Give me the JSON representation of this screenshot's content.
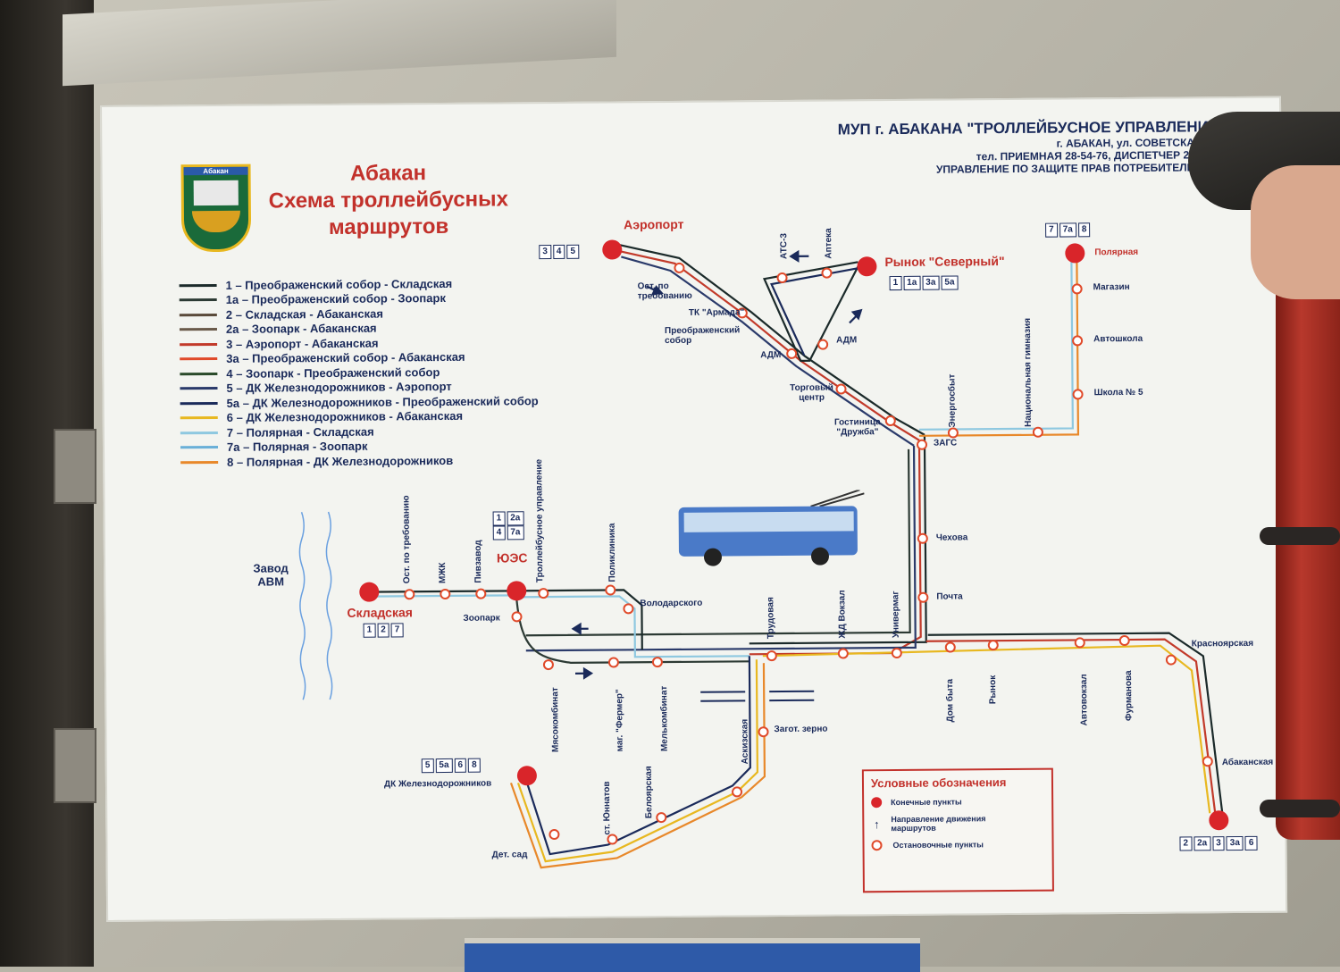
{
  "title": {
    "line1": "Абакан",
    "line2": "Схема троллейбусных",
    "line3": "маршрутов"
  },
  "header": {
    "org": "МУП г. АБАКАНА \"ТРОЛЛЕЙБУСНОЕ УПРАВЛЕНИЕ\"",
    "address": "г. АБАКАН, ул. СОВЕТСКАЯ, 150",
    "phones": "тел. ПРИЕМНАЯ 28-54-76, ДИСПЕТЧЕР 28-52-56",
    "consumer": "УПРАВЛЕНИЕ ПО ЗАЩИТЕ ПРАВ ПОТРЕБИТЕЛЕЙ 22-2"
  },
  "emblem": {
    "text": "Абакан"
  },
  "legend": [
    {
      "label": "1 – Преображенский собор - Складская",
      "color": "#1b2a2a"
    },
    {
      "label": "1а – Преображенский собор - Зоопарк",
      "color": "#2c3a34"
    },
    {
      "label": "2 – Складская - Абаканская",
      "color": "#5a4a3a"
    },
    {
      "label": "2а – Зоопарк - Абаканская",
      "color": "#6a5a4a"
    },
    {
      "label": "3 – Аэропорт - Абаканская",
      "color": "#c23a2a"
    },
    {
      "label": "3а – Преображенский собор - Абаканская",
      "color": "#e04a2a"
    },
    {
      "label": "4 – Зоопарк - Преображенский собор",
      "color": "#2a4a2a"
    },
    {
      "label": "5 – ДК Железнодорожников - Аэропорт",
      "color": "#2a3a6a"
    },
    {
      "label": "5а – ДК Железнодорожников - Преображенский собор",
      "color": "#1a2a5a"
    },
    {
      "label": "6 – ДК Железнодорожников - Абаканская",
      "color": "#e8b820"
    },
    {
      "label": "7 – Полярная - Складская",
      "color": "#8ec8e0"
    },
    {
      "label": "7а – Полярная - Зоопарк",
      "color": "#6ab0d8"
    },
    {
      "label": "8 – Полярная - ДК Железнодорожников",
      "color": "#e8882a"
    }
  ],
  "terminals": {
    "airport": {
      "name": "Аэропорт",
      "routes": [
        "3",
        "4",
        "5"
      ]
    },
    "severny": {
      "name": "Рынок \"Северный\"",
      "routes": [
        "1",
        "1а",
        "3а",
        "5а"
      ]
    },
    "polyarnaya": {
      "name": "Полярная",
      "routes": [
        "7",
        "7а",
        "8"
      ]
    },
    "skladskaya": {
      "name": "Складская",
      "routes": [
        "1",
        "2",
        "7"
      ]
    },
    "yues": {
      "name": "ЮЭС",
      "routes": [
        "1",
        "2а",
        "4",
        "7а"
      ]
    },
    "dk": {
      "name": "ДК Железнодорожников",
      "routes": [
        "5",
        "5а",
        "6",
        "8"
      ]
    },
    "abakanskaya": {
      "name": "Абаканская",
      "routes": [
        "2",
        "2а",
        "3",
        "3а",
        "6"
      ]
    }
  },
  "stops": {
    "ost_treb_top": "Ост. по требованию",
    "tk_armada": "ТК \"Армада\"",
    "preobr": "Преображенский собор",
    "adm1": "АДМ",
    "adm2": "АДМ",
    "torg": "Торговый центр",
    "druzhba": "Гостиница \"Дружба\"",
    "ats3": "АТС-3",
    "apteka": "Аптека",
    "magazin": "Магазин",
    "avtoshkola": "Автошкола",
    "shkola5": "Школа № 5",
    "energosbyt": "Энергосбыт",
    "gimnaziya": "Национальная гимназия",
    "zags": "ЗАГС",
    "chekhova": "Чехова",
    "pochta": "Почта",
    "univermag": "Универмаг",
    "zhd_vokzal": "ЖД Вокзал",
    "trudovaya": "Трудовая",
    "volodarskogo": "Володарского",
    "poliklinika": "Поликлиника",
    "troll_upr": "Троллейбусное управление",
    "pivzavod": "Пивзавод",
    "mzhk": "МЖК",
    "ost_treb_left": "Ост. по требованию",
    "zoopark": "Зоопарк",
    "zavod": "Завод АВМ",
    "myasokombinat": "Мясокомбинат",
    "farmer": "маг. \"Фермер\"",
    "melkombinat": "Мелькомбинат",
    "askizskaya": "Аскизская",
    "zagotzerno": "Загот. зерно",
    "beloyarskaya": "Белоярская",
    "yunat": "ст. Юннатов",
    "detsad": "Дет. сад",
    "dom_byta": "Дом быта",
    "rynok": "Рынок",
    "avtovokzal": "Автовокзал",
    "furmanova": "Фурманова",
    "krasnoyarskaya": "Красноярская"
  },
  "key": {
    "title": "Условные обозначения",
    "terminals": "Конечные пункты",
    "direction": "Направление движения маршрутов",
    "stops": "Остановочные пункты"
  }
}
